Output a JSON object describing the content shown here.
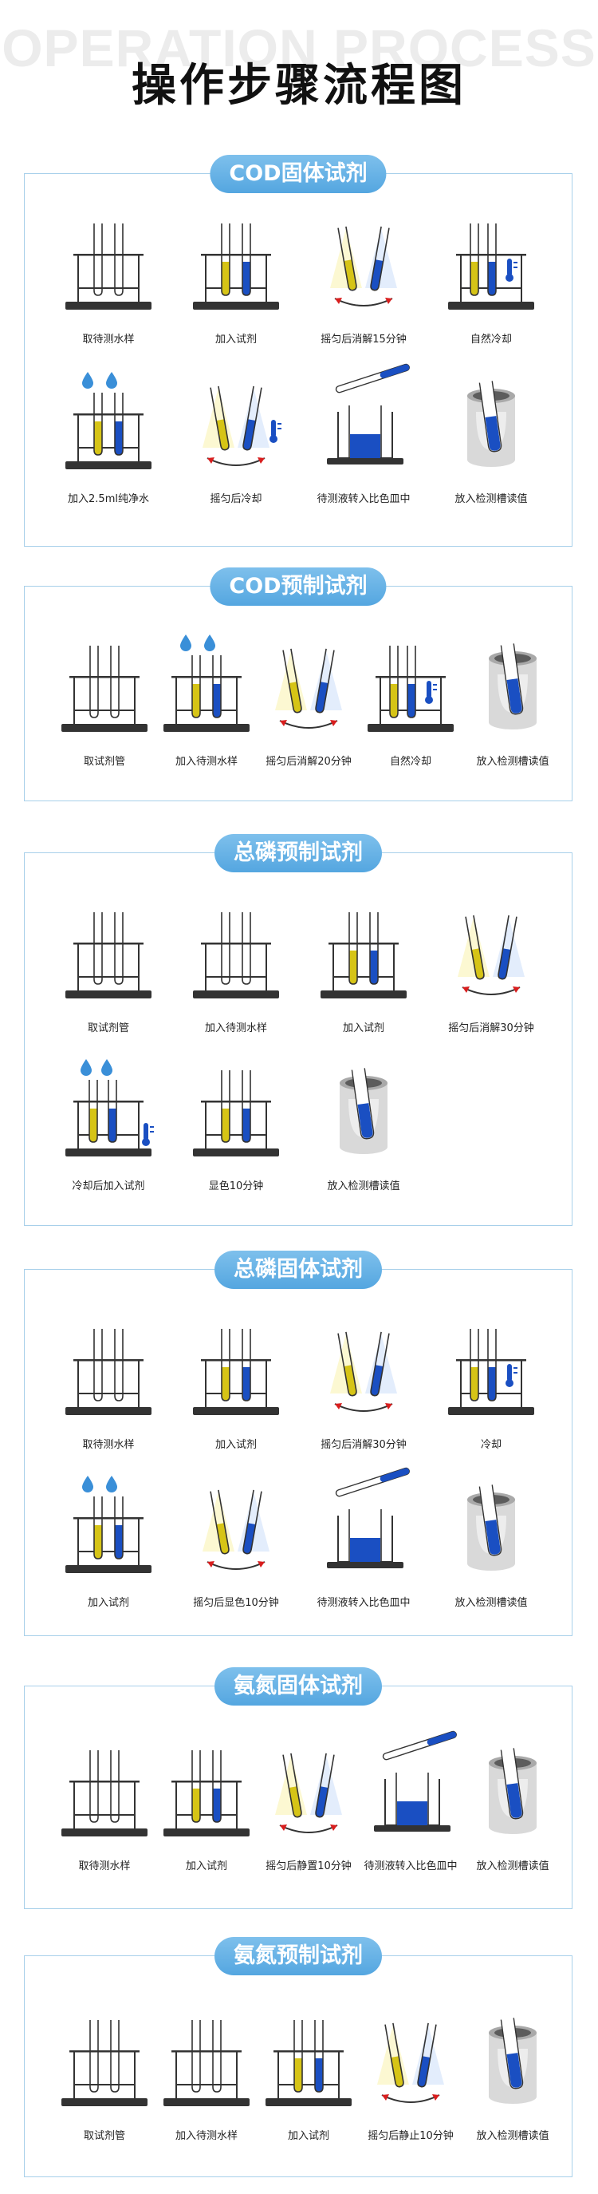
{
  "header": {
    "watermark": "OPERATION PROCESS",
    "title": "操作步骤流程图"
  },
  "colors": {
    "accent": "#54a6e0",
    "frame": "#a8d0ea",
    "reagent_yellow": "#d6c416",
    "reagent_blue": "#1a4fc2",
    "drop_blue": "#3a8fd8",
    "arrow_red": "#d81e1e"
  },
  "sections": [
    {
      "title": "COD固体试剂",
      "steps": [
        {
          "label": "取待测水样",
          "icon": "rack-empty-tubes-icon"
        },
        {
          "label": "加入试剂",
          "icon": "rack-yellow-blue-tubes-icon"
        },
        {
          "label": "摇匀后消解15分钟",
          "icon": "shake-tubes-icon"
        },
        {
          "label": "自然冷却",
          "icon": "rack-cooling-thermometer-icon"
        },
        {
          "label": "加入2.5ml纯净水",
          "icon": "rack-add-water-drops-icon"
        },
        {
          "label": "摇匀后冷却",
          "icon": "shake-cool-thermometer-icon"
        },
        {
          "label": "待测液转入比色皿中",
          "icon": "transfer-to-cuvette-icon"
        },
        {
          "label": "放入检测槽读值",
          "icon": "detection-slot-icon"
        }
      ]
    },
    {
      "title": "COD预制试剂",
      "steps": [
        {
          "label": "取试剂管",
          "icon": "rack-empty-tubes-icon"
        },
        {
          "label": "加入待测水样",
          "icon": "rack-add-water-drops-icon"
        },
        {
          "label": "摇匀后消解20分钟",
          "icon": "shake-tubes-icon"
        },
        {
          "label": "自然冷却",
          "icon": "rack-cooling-thermometer-icon"
        },
        {
          "label": "放入检测槽读值",
          "icon": "detection-slot-icon"
        }
      ]
    },
    {
      "title": "总磷预制试剂",
      "steps": [
        {
          "label": "取试剂管",
          "icon": "rack-empty-tubes-icon"
        },
        {
          "label": "加入待测水样",
          "icon": "rack-empty-tubes-icon"
        },
        {
          "label": "加入试剂",
          "icon": "rack-yellow-blue-tubes-icon"
        },
        {
          "label": "摇匀后消解30分钟",
          "icon": "shake-tubes-icon"
        },
        {
          "label": "冷却后加入试剂",
          "icon": "rack-add-drops-thermometer-icon"
        },
        {
          "label": "显色10分钟",
          "icon": "rack-yellow-blue-tubes-icon"
        },
        {
          "label": "放入检测槽读值",
          "icon": "detection-slot-icon"
        }
      ]
    },
    {
      "title": "总磷固体试剂",
      "steps": [
        {
          "label": "取待测水样",
          "icon": "rack-empty-tubes-icon"
        },
        {
          "label": "加入试剂",
          "icon": "rack-yellow-blue-tubes-icon"
        },
        {
          "label": "摇匀后消解30分钟",
          "icon": "shake-tubes-icon"
        },
        {
          "label": "冷却",
          "icon": "rack-cooling-thermometer-icon"
        },
        {
          "label": "加入试剂",
          "icon": "rack-add-water-drops-icon"
        },
        {
          "label": "摇匀后显色10分钟",
          "icon": "shake-tubes-icon"
        },
        {
          "label": "待测液转入比色皿中",
          "icon": "transfer-to-cuvette-icon"
        },
        {
          "label": "放入检测槽读值",
          "icon": "detection-slot-icon"
        }
      ]
    },
    {
      "title": "氨氮固体试剂",
      "steps": [
        {
          "label": "取待测水样",
          "icon": "rack-empty-tubes-icon"
        },
        {
          "label": "加入试剂",
          "icon": "rack-yellow-blue-tubes-icon"
        },
        {
          "label": "摇匀后静置10分钟",
          "icon": "shake-tubes-icon"
        },
        {
          "label": "待测液转入比色皿中",
          "icon": "transfer-to-cuvette-icon"
        },
        {
          "label": "放入检测槽读值",
          "icon": "detection-slot-icon"
        }
      ]
    },
    {
      "title": "氨氮预制试剂",
      "steps": [
        {
          "label": "取试剂管",
          "icon": "rack-empty-tubes-icon"
        },
        {
          "label": "加入待测水样",
          "icon": "rack-empty-tubes-icon"
        },
        {
          "label": "加入试剂",
          "icon": "rack-yellow-blue-tubes-icon"
        },
        {
          "label": "摇匀后静止10分钟",
          "icon": "shake-tubes-icon"
        },
        {
          "label": "放入检测槽读值",
          "icon": "detection-slot-icon"
        }
      ]
    }
  ]
}
